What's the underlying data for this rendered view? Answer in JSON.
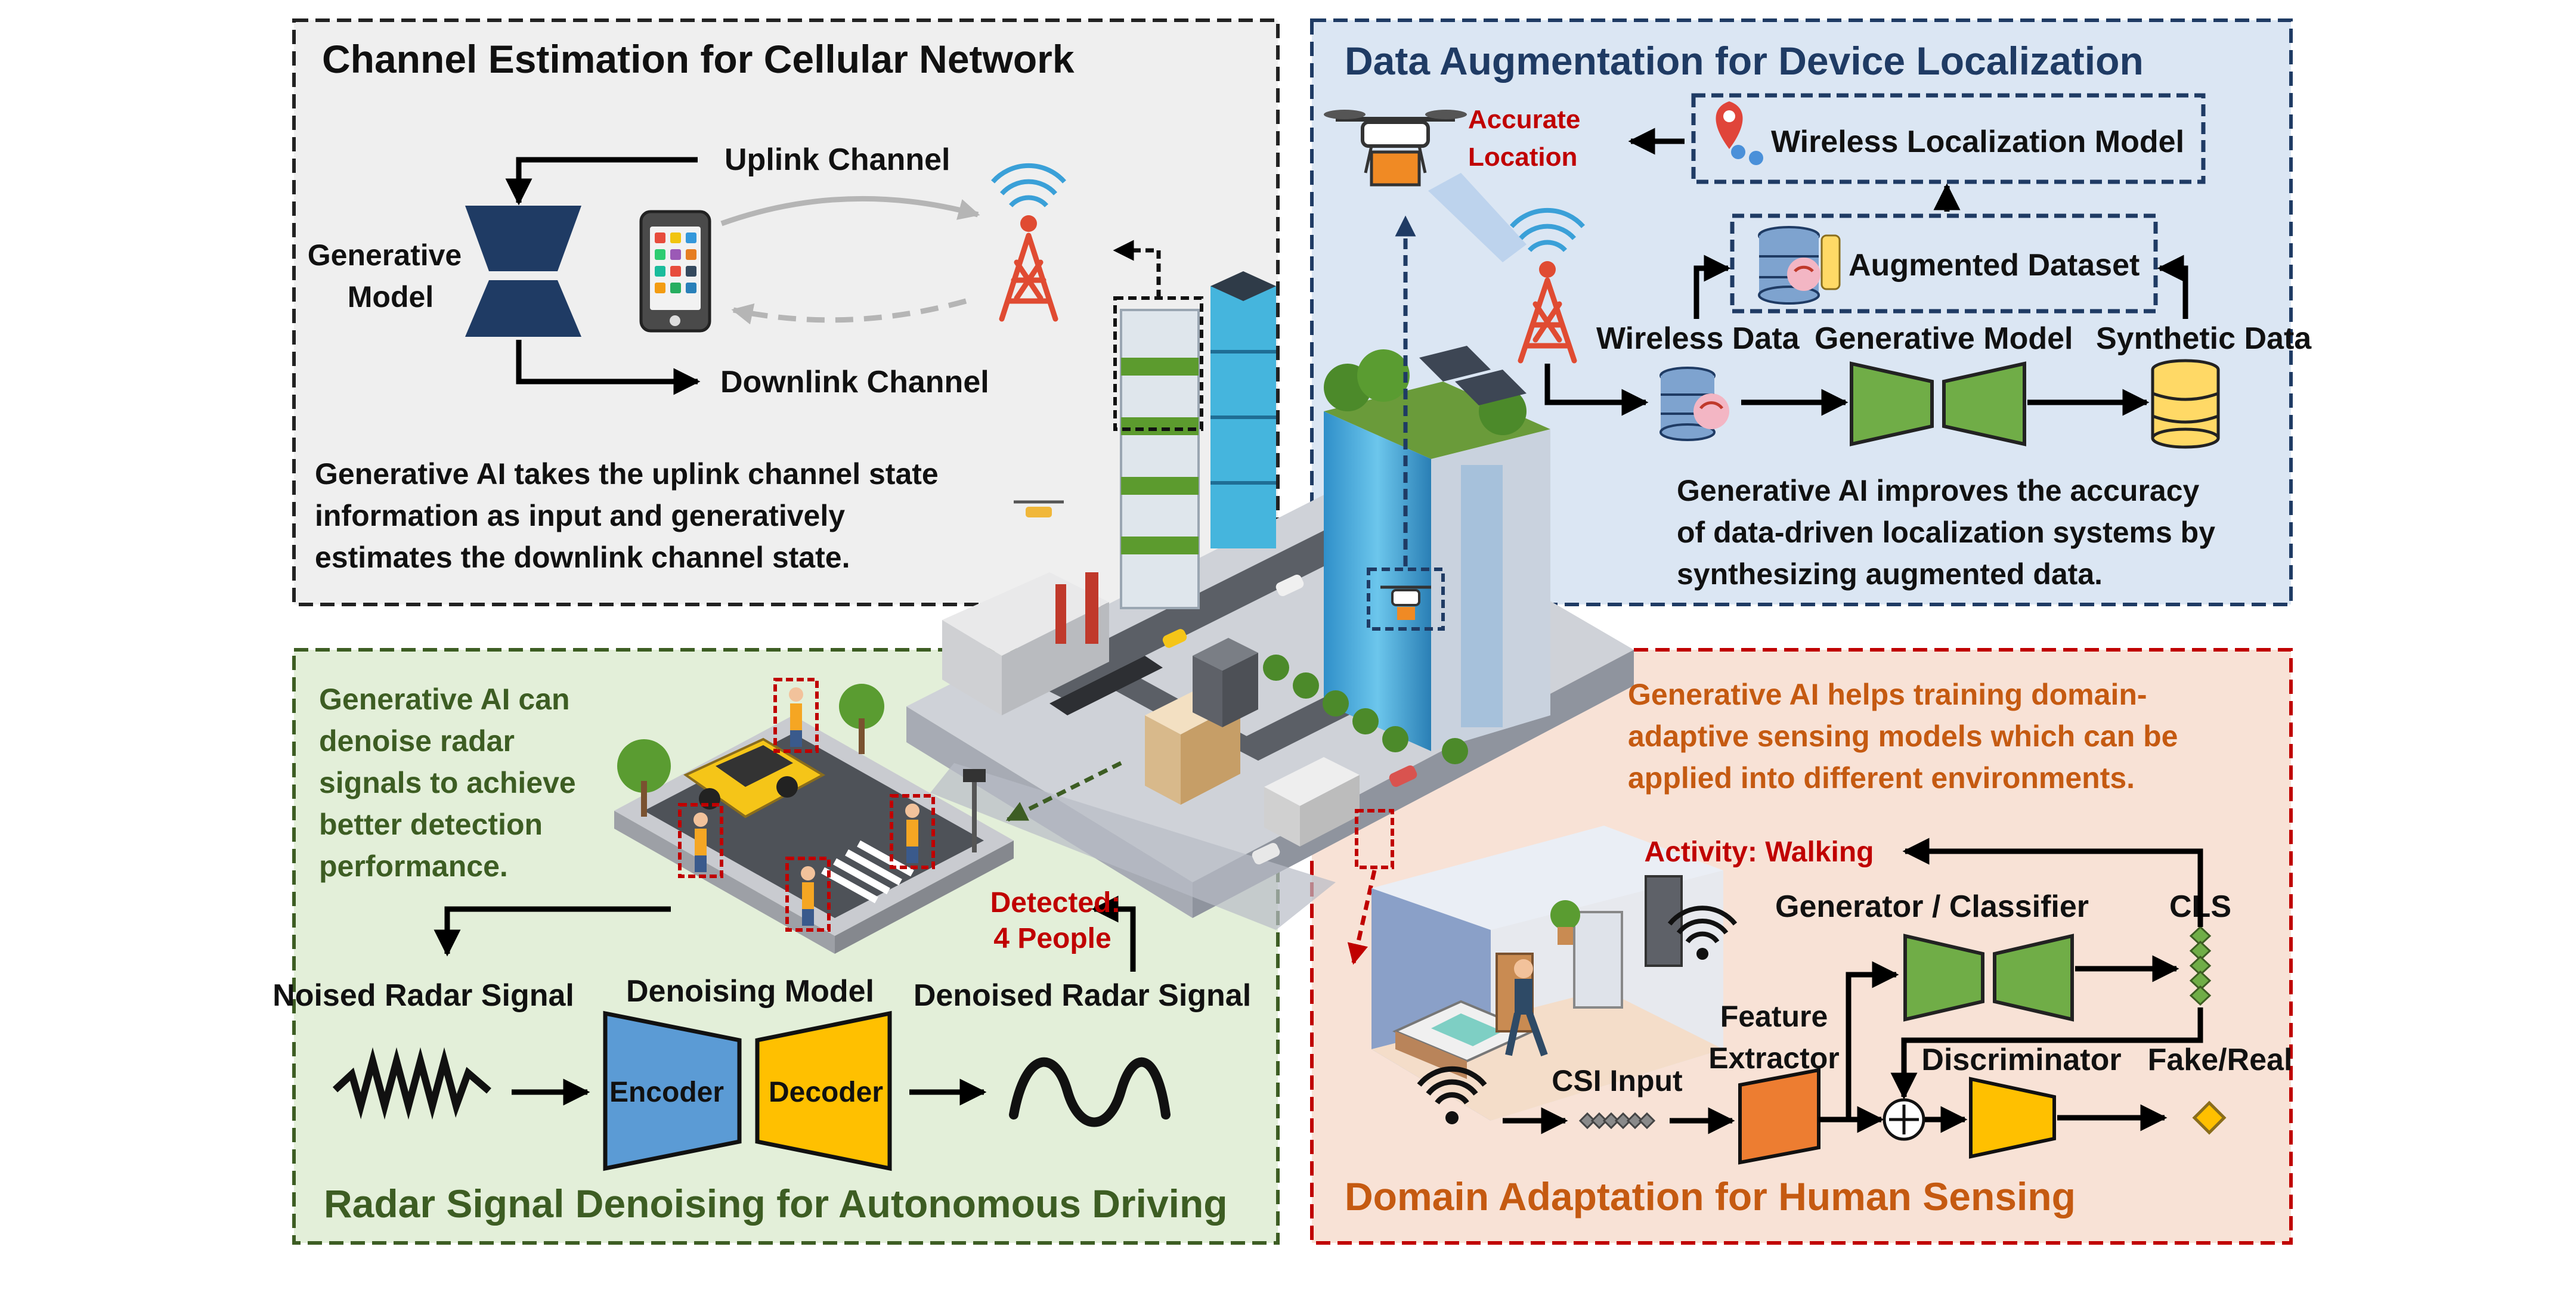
{
  "channel_estimation": {
    "title": "Channel Estimation for Cellular Network",
    "uplink_label": "Uplink Channel",
    "downlink_label": "Downlink Channel",
    "model_label_line1": "Generative",
    "model_label_line2": "Model",
    "description_lines": [
      "Generative AI takes the uplink channel state",
      "information as input and generatively",
      "estimates the downlink channel state."
    ]
  },
  "data_augmentation": {
    "title": "Data Augmentation for Device Localization",
    "accurate_line1": "Accurate",
    "accurate_line2": "Location",
    "localization_model_label": "Wireless Localization Model",
    "augmented_dataset_label": "Augmented Dataset",
    "wireless_data_label": "Wireless Data",
    "generative_model_label": "Generative Model",
    "synthetic_data_label": "Synthetic Data",
    "description_lines": [
      "Generative AI improves the accuracy",
      "of data-driven localization systems by",
      "synthesizing augmented data."
    ]
  },
  "radar_denoising": {
    "title": "Radar Signal Denoising for Autonomous Driving",
    "description_lines": [
      "Generative AI can",
      "denoise radar",
      "signals to achieve",
      "better detection",
      "performance."
    ],
    "noised_label": "Noised Radar Signal",
    "denoising_label": "Denoising Model",
    "denoised_label": "Denoised Radar Signal",
    "encoder_label": "Encoder",
    "decoder_label": "Decoder",
    "detected_line1": "Detected:",
    "detected_line2": "4 People"
  },
  "domain_adaptation": {
    "title": "Domain Adaptation for Human Sensing",
    "description_lines": [
      "Generative AI helps training domain-",
      "adaptive sensing models which can be",
      "applied into different environments."
    ],
    "activity_label": "Activity: Walking",
    "generator_label": "Generator / Classifier",
    "cls_label": "CLS",
    "feature_line1": "Feature",
    "feature_line2": "Extractor",
    "discriminator_label": "Discriminator",
    "fake_real_label": "Fake/Real",
    "csi_label": "CSI Input",
    "plus_symbol": "⊕"
  },
  "colors": {
    "panel_tl_bg": "#efefef",
    "panel_tr_bg": "#dbe6f3",
    "panel_bl_bg": "#e3efd9",
    "panel_br_bg": "#f8e2d6",
    "navy": "#1f3b64",
    "dark_green": "#3d5d23",
    "orange_text": "#c55a11",
    "red_text": "#c00000",
    "encoder_blue": "#5b9bd5",
    "decoder_yellow": "#ffc000",
    "generator_green": "#70ad47",
    "feature_orange": "#ed7d31"
  }
}
